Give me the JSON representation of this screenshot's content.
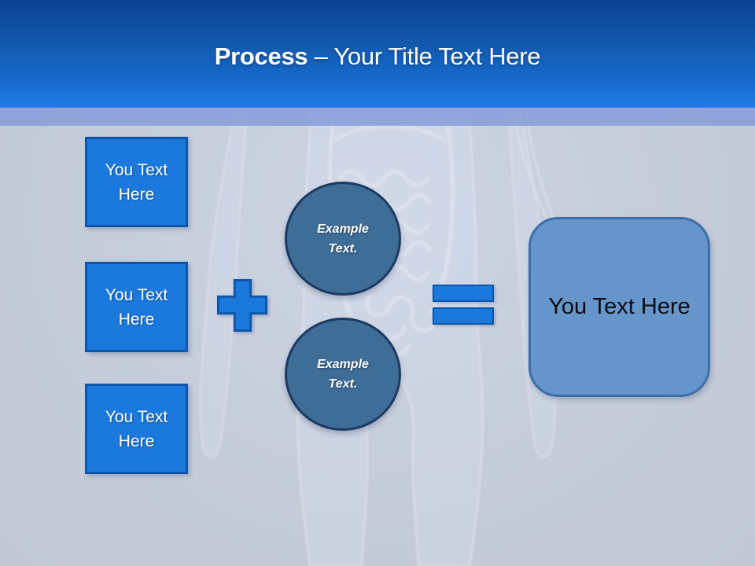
{
  "title": {
    "emphasis": "Process",
    "separator": "–",
    "rest": "Your Title Text Here"
  },
  "left_boxes": [
    {
      "label": "You Text Here"
    },
    {
      "label": "You Text Here"
    },
    {
      "label": "You Text Here"
    }
  ],
  "circles": [
    {
      "label": "Example Text."
    },
    {
      "label": "Example Text."
    }
  ],
  "result_box": {
    "label": "You Text Here"
  },
  "icons": {
    "plus": "plus-icon",
    "equals": "equals-icon",
    "background": "human-body-xray"
  },
  "colors": {
    "header_top": "#0c4194",
    "header_bottom": "#1f7ae8",
    "band": "#869cdb",
    "body_background": "#c5ccd9",
    "accent_blue": "#1b79de",
    "accent_border": "#0d55a8",
    "circle_fill": "#3e6d98",
    "circle_border": "#1c3a63",
    "result_fill": "#6695cc",
    "result_border": "#3c6ea8",
    "title_text": "#ffffff"
  }
}
